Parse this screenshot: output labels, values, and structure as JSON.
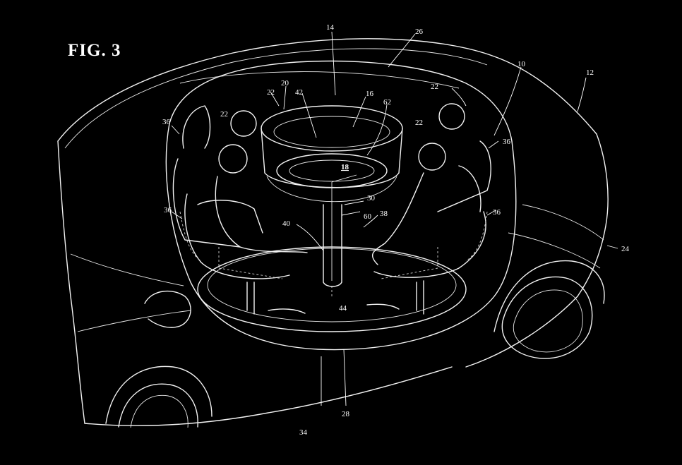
{
  "figure": {
    "title": "FIG. 3",
    "labels": [
      {
        "id": "l14",
        "text": "14"
      },
      {
        "id": "l26",
        "text": "26"
      },
      {
        "id": "l10",
        "text": "10"
      },
      {
        "id": "l12",
        "text": "12"
      },
      {
        "id": "l22a",
        "text": "22"
      },
      {
        "id": "l20",
        "text": "20"
      },
      {
        "id": "l42",
        "text": "42"
      },
      {
        "id": "l16",
        "text": "16"
      },
      {
        "id": "l62",
        "text": "62"
      },
      {
        "id": "l22b",
        "text": "22"
      },
      {
        "id": "l22c",
        "text": "22"
      },
      {
        "id": "l22d",
        "text": "22"
      },
      {
        "id": "l36a",
        "text": "36"
      },
      {
        "id": "l36b",
        "text": "36"
      },
      {
        "id": "l36c",
        "text": "36"
      },
      {
        "id": "l36d",
        "text": "36"
      },
      {
        "id": "l18",
        "text": "18"
      },
      {
        "id": "l30",
        "text": "30"
      },
      {
        "id": "l60",
        "text": "60"
      },
      {
        "id": "l38",
        "text": "38"
      },
      {
        "id": "l40",
        "text": "40"
      },
      {
        "id": "l24",
        "text": "24"
      },
      {
        "id": "l44",
        "text": "44"
      },
      {
        "id": "l34",
        "text": "34"
      },
      {
        "id": "l28",
        "text": "28"
      }
    ]
  }
}
